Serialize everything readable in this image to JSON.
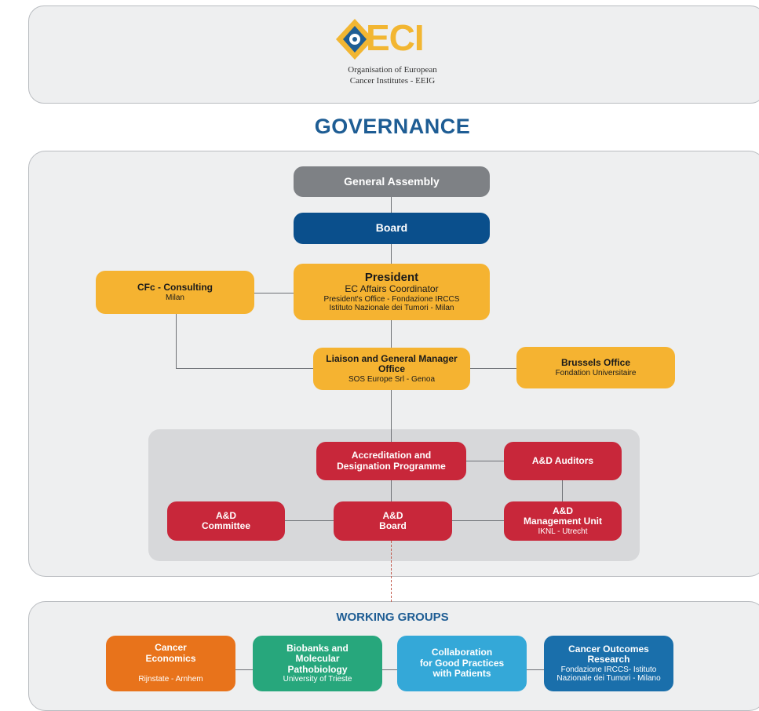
{
  "header": {
    "logo_word": "ECI",
    "org_line1": "Organisation of European",
    "org_line2": "Cancer Institutes - EEIG"
  },
  "governance_title": "GOVERNANCE",
  "boxes": {
    "general_assembly": {
      "title": "General Assembly"
    },
    "board": {
      "title": "Board"
    },
    "president": {
      "title": "President",
      "line1": "EC Affairs Coordinator",
      "line2": "President's Office - Fondazione IRCCS",
      "line3": "Istituto Nazionale dei Tumori - Milan"
    },
    "cfc": {
      "title": "CFc - Consulting",
      "sub": "Milan"
    },
    "liaison": {
      "title1": "Liaison and General Manager",
      "title2": "Office",
      "sub": "SOS Europe Srl - Genoa"
    },
    "brussels": {
      "title": "Brussels Office",
      "sub": "Fondation Universitaire"
    },
    "adp": {
      "title1": "Accreditation and",
      "title2": "Designation Programme"
    },
    "ad_auditors": {
      "title": "A&D Auditors"
    },
    "ad_committee": {
      "title1": "A&D",
      "title2": "Committee"
    },
    "ad_board": {
      "title1": "A&D",
      "title2": "Board"
    },
    "ad_mgmt": {
      "title1": "A&D",
      "title2": "Management Unit",
      "sub": "IKNL - Utrecht"
    }
  },
  "working_groups": {
    "title": "WORKING GROUPS",
    "items": [
      {
        "title1": "Cancer",
        "title2": "Economics",
        "title3": "",
        "sub1": "Rijnstate - Arnhem",
        "sub2": "",
        "color": "#e8731b"
      },
      {
        "title1": "Biobanks and",
        "title2": "Molecular",
        "title3": "Pathobiology",
        "sub1": "University of Trieste",
        "sub2": "",
        "color": "#27a77c"
      },
      {
        "title1": "Collaboration",
        "title2": "for Good Practices",
        "title3": "with Patients",
        "sub1": "",
        "sub2": "",
        "color": "#34a8d8"
      },
      {
        "title1": "Cancer Outcomes",
        "title2": "Research",
        "title3": "",
        "sub1": "Fondazione IRCCS- Istituto",
        "sub2": "Nazionale dei Tumori - Milano",
        "color": "#1a6fab"
      }
    ]
  },
  "colors": {
    "title_blue": "#1e5d94",
    "amber": "#f5b331",
    "red": "#c8273a",
    "navy": "#0a4f8c",
    "gray": "#7e8185"
  }
}
